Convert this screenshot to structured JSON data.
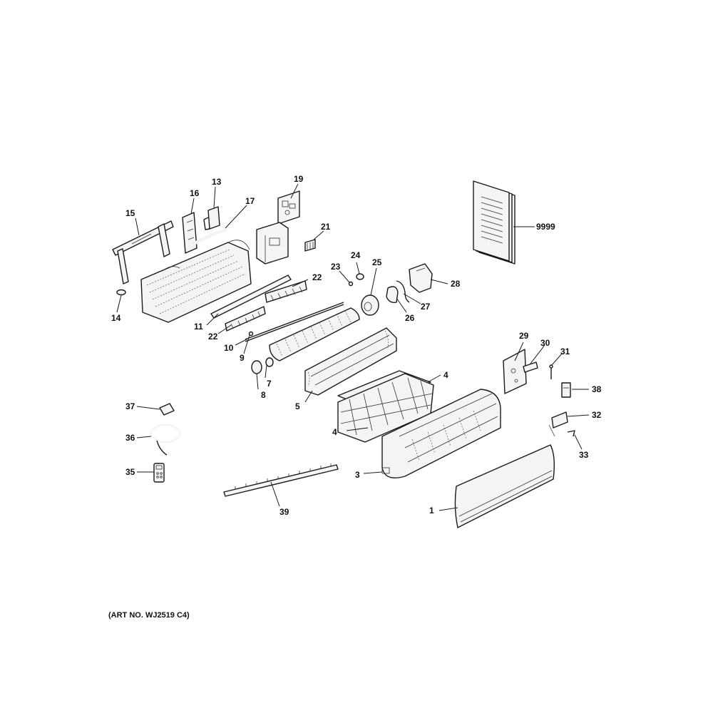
{
  "diagram": {
    "art_number": "(ART NO. WJ2519 C4)",
    "callouts": {
      "c1": "1",
      "c3": "3",
      "c4a": "4",
      "c4b": "4",
      "c5": "5",
      "c7": "7",
      "c8": "8",
      "c9": "9",
      "c10": "10",
      "c11": "11",
      "c13": "13",
      "c14": "14",
      "c15": "15",
      "c16": "16",
      "c17": "17",
      "c19": "19",
      "c21": "21",
      "c22a": "22",
      "c22b": "22",
      "c23": "23",
      "c24": "24",
      "c25": "25",
      "c26": "26",
      "c27": "27",
      "c28": "28",
      "c29": "29",
      "c30": "30",
      "c31": "31",
      "c32": "32",
      "c33": "33",
      "c35": "35",
      "c36": "36",
      "c37": "37",
      "c38": "38",
      "c39": "39",
      "c9999": "9999"
    }
  }
}
